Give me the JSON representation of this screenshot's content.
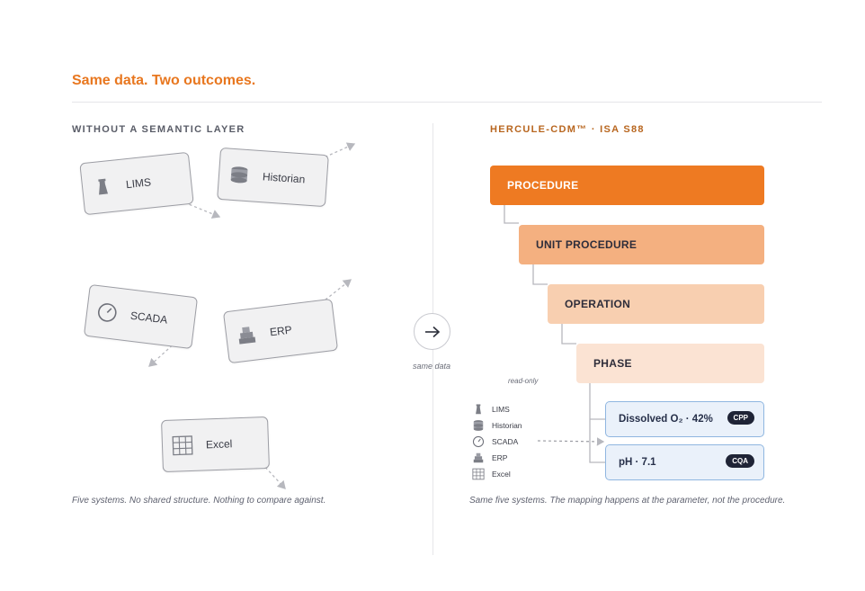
{
  "headline": "Same data. Two outcomes.",
  "left": {
    "section_label": "WITHOUT A SEMANTIC LAYER",
    "systems": [
      {
        "label": "LIMS",
        "icon": "lims-icon"
      },
      {
        "label": "Historian",
        "icon": "historian-icon"
      },
      {
        "label": "SCADA",
        "icon": "scada-icon"
      },
      {
        "label": "ERP",
        "icon": "erp-icon"
      },
      {
        "label": "Excel",
        "icon": "excel-icon"
      }
    ],
    "caption": "Five systems. No shared structure. Nothing to compare against."
  },
  "center": {
    "button_icon": "arrow-right-icon",
    "caption": "same data"
  },
  "right": {
    "section_label": "HERCULE-CDM™ · ISA S88",
    "levels": [
      "PROCEDURE",
      "UNIT PROCEDURE",
      "OPERATION",
      "PHASE"
    ],
    "read_only_label": "read-only",
    "sources": [
      "LIMS",
      "Historian",
      "SCADA",
      "ERP",
      "Excel"
    ],
    "parameters": [
      {
        "label": "Dissolved O₂ · 42%",
        "badge": "CPP"
      },
      {
        "label": "pH · 7.1",
        "badge": "CQA"
      }
    ],
    "caption": "Same five systems. The mapping happens at the parameter, not the procedure."
  },
  "colors": {
    "accent": "#EE7A22",
    "level2": "#F4B080",
    "level3": "#F8CFB0",
    "level4": "#FBE3D3",
    "param_fill": "#EAF1FA",
    "param_border": "#8FB6E0",
    "badge": "#1F2436"
  }
}
